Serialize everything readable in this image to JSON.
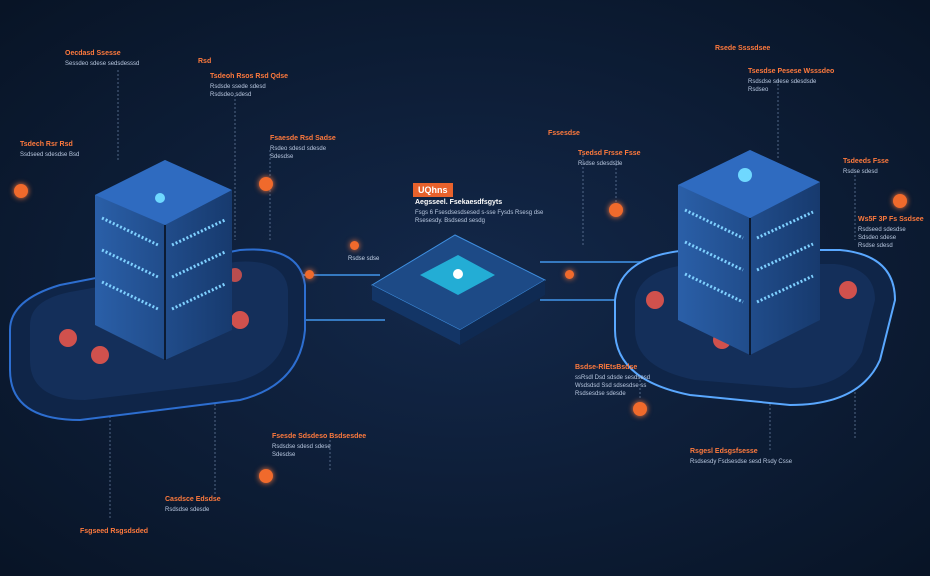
{
  "diagram": {
    "center_badge": "UQhns",
    "center_title": "Aegsseel. Fsekaesdfsgyts",
    "center_sub": [
      "Fsgs 6 Fsesdsesdsesed s-sse Fysds Rsesg dse",
      "Rsesesdy. Bsdsesd sesdg"
    ],
    "labels": [
      {
        "title": "Oecdasd Ssesse",
        "sub": [
          "Sessdeo sdese sedsdesssd"
        ]
      },
      {
        "title": "Rsd",
        "sub": []
      },
      {
        "title": "Tsdeoh Rsos Rsd Qdse",
        "sub": [
          "Rsdsde ssede sdesd",
          "Rsdsdeo sdesd"
        ]
      },
      {
        "title": "Tsdech Rsr Rsd",
        "sub": [
          "Ssdseed sdesdse Bsd"
        ]
      },
      {
        "title": "Fsaesde Rsd Sadse",
        "sub": [
          "Rsdeo sdesd sdesde",
          "Sdesdse"
        ]
      },
      {
        "title": "Fssesdse",
        "sub": []
      },
      {
        "title": "Tsedsd Frsse Fsse",
        "sub": [
          "Rsdse sdesdsde"
        ]
      },
      {
        "title": "Rsede Ssssdsee",
        "sub": []
      },
      {
        "title": "Tsesdse Pesese Wsssdeo",
        "sub": [
          "Rsdsdse sdese sdesdsde",
          "Rsdseo"
        ]
      },
      {
        "title": "Tsdeeds Fsse",
        "sub": [
          "Rsdse sdesd"
        ]
      },
      {
        "title": "Ws5F 3P Fs Ssdsee",
        "sub": [
          "Rsdseed sdesdse",
          "Sdsdeo sdese",
          "Rsdse sdesd"
        ]
      },
      {
        "title": "Bsdse-RlEtsBsdse",
        "sub": [
          "ssRsdl Dsd sdsde sesdsesd",
          "Wsdsdsd Ssd sdsesdse ss",
          "Rsdsesdse sdesde"
        ]
      },
      {
        "title": "Rsgesl Edsgsfsesse",
        "sub": [
          "Rsdsesdy Fsdsesdse sesd Rsdy Csse"
        ]
      },
      {
        "title": "Fsesde Sdsdeso Bsdsesdee",
        "sub": [
          "Rsdsdse sdesd sdese",
          "Sdesdse"
        ]
      },
      {
        "title": "Casdsce Edsdse",
        "sub": [
          "Rsdsdse sdesde"
        ]
      },
      {
        "title": "Fsgseed Rsgsdsded",
        "sub": []
      }
    ],
    "small_caption": "Rsdse sdse"
  }
}
